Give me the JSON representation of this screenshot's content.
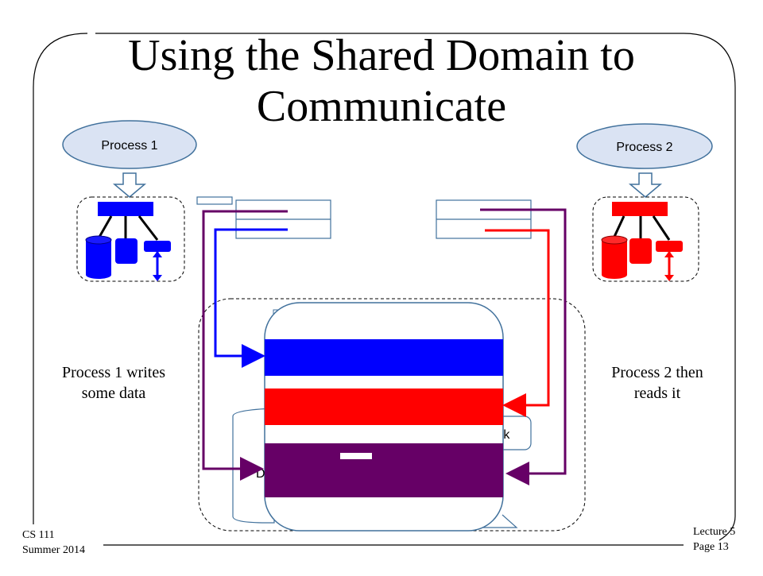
{
  "slide": {
    "title_line1": "Using the Shared Domain to",
    "title_line2": "Communicate"
  },
  "processes": {
    "p1_label": "Process 1",
    "p2_label": "Process 2"
  },
  "captions": {
    "left_line1": "Process 1 writes",
    "left_line2": "some data",
    "right_line1": "Process 2 then",
    "right_line2": "reads it"
  },
  "shared_domain": {
    "partial_label_right": "rk",
    "partial_label_left": "D"
  },
  "footer": {
    "course": "CS 111",
    "term": "Summer 2014",
    "lecture": "Lecture 5",
    "page": "Page 13"
  },
  "colors": {
    "process1": "#0000ff",
    "process2": "#ff0000",
    "shared": "#660066",
    "outline": "#41719c",
    "bubble_fill": "#dae3f3"
  }
}
